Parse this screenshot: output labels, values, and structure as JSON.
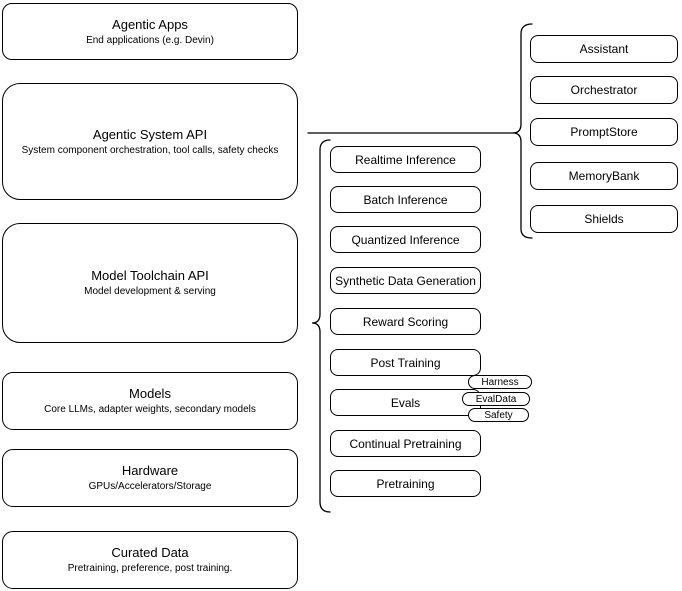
{
  "stack": [
    {
      "title": "Agentic Apps",
      "subtitle": "End applications (e.g. Devin)"
    },
    {
      "title": "Agentic System API",
      "subtitle": "System component orchestration, tool calls, safety checks"
    },
    {
      "title": "Model Toolchain API",
      "subtitle": "Model development & serving"
    },
    {
      "title": "Models",
      "subtitle": "Core LLMs, adapter weights, secondary models"
    },
    {
      "title": "Hardware",
      "subtitle": "GPUs/Accelerators/Storage"
    },
    {
      "title": "Curated Data",
      "subtitle": "Pretraining, preference, post training."
    }
  ],
  "toolchain": {
    "items": [
      "Realtime Inference",
      "Batch Inference",
      "Quantized Inference",
      "Synthetic Data Generation",
      "Reward Scoring",
      "Post Training",
      "Evals",
      "Continual Pretraining",
      "Pretraining"
    ],
    "evals_tags": [
      "Harness",
      "EvalData",
      "Safety"
    ]
  },
  "components": {
    "items": [
      "Assistant",
      "Orchestrator",
      "PromptStore",
      "MemoryBank",
      "Shields"
    ]
  },
  "colors": {
    "stroke": "#000000",
    "background": "#ffffff",
    "text": "#000000"
  }
}
